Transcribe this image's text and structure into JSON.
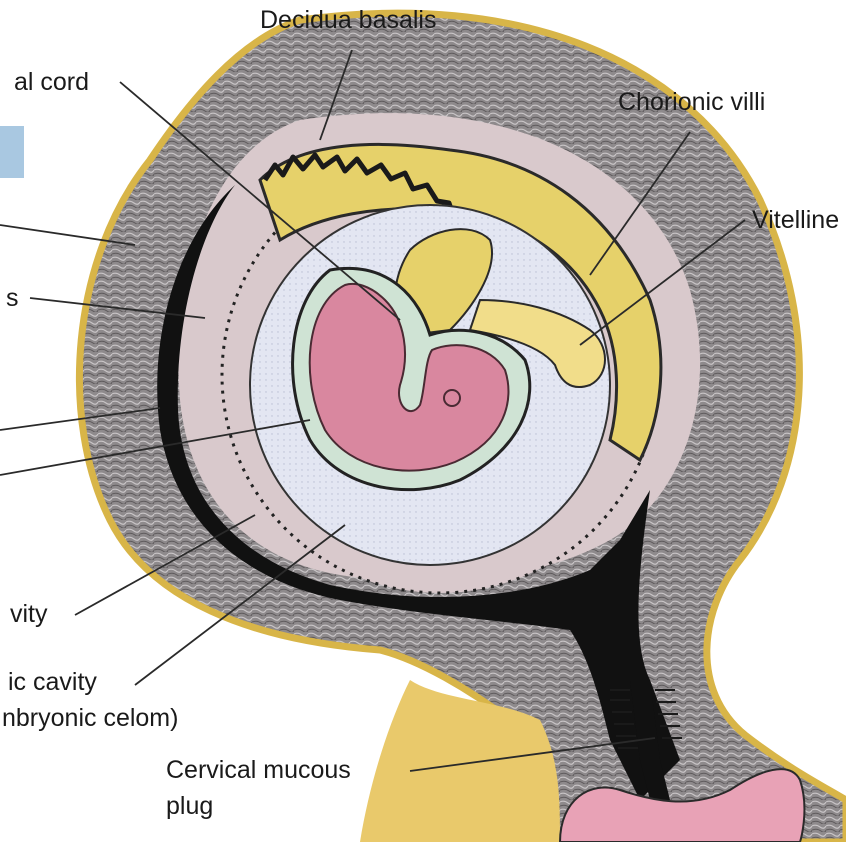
{
  "labels": {
    "decidua_basalis": "Decidua basalis",
    "umbilical_cord": "al cord",
    "chorionic_villi": "Chorionic villi",
    "vitelline": "Vitelline",
    "partial_s": "s",
    "cavity": "vity",
    "chorionic_cavity": "ic cavity",
    "embryonic_celom": "nbryonic celom)",
    "cervical_mucous": "Cervical mucous",
    "plug": "plug"
  },
  "colors": {
    "myometrium": "#8e8a8c",
    "decidua": "#d9c9cc",
    "chorion": "#e6d16a",
    "amniotic_cavity": "#e3e6f2",
    "amnion": "#cfe3d4",
    "embryo": "#d9879f",
    "uterine_cavity": "#111111",
    "outer_border": "#d8b548",
    "cervix_tissue": "#e9c96b",
    "vaginal": "#e8a2b6",
    "blue_tab": "#a9c8e1"
  }
}
